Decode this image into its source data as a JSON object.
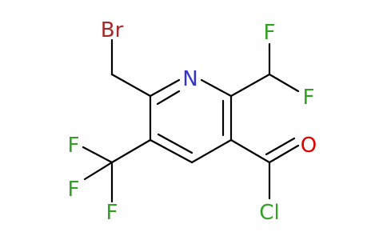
{
  "colors": {
    "bond": "#000000",
    "Br": "#a52a2a",
    "N": "#3333cc",
    "F": "#32a022",
    "O": "#e00000",
    "Cl": "#32a022"
  },
  "atoms": {
    "br": {
      "label": "Br",
      "element": "Br"
    },
    "n": {
      "label": "N",
      "element": "N"
    },
    "f1": {
      "label": "F",
      "element": "F"
    },
    "f2": {
      "label": "F",
      "element": "F"
    },
    "f3": {
      "label": "F",
      "element": "F"
    },
    "f4": {
      "label": "F",
      "element": "F"
    },
    "f5": {
      "label": "F",
      "element": "F"
    },
    "o": {
      "label": "O",
      "element": "O"
    },
    "cl": {
      "label": "Cl",
      "element": "Cl"
    }
  }
}
